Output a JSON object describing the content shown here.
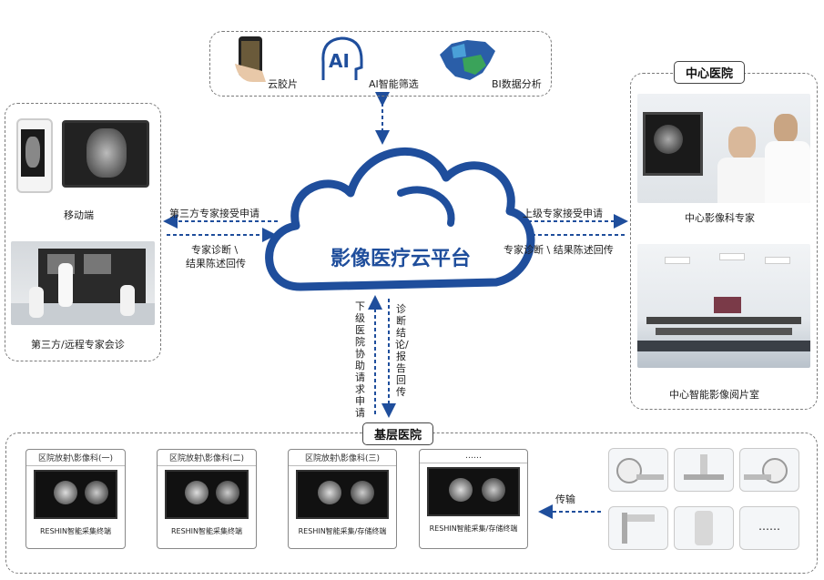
{
  "colors": {
    "accent": "#1f4e9c",
    "arrow": "#1f4e9c",
    "border": "#7a7a7a"
  },
  "cloud": {
    "label": "影像医疗云平台"
  },
  "top": {
    "items": [
      {
        "label": "云胶片",
        "icon": "phone-icon"
      },
      {
        "label": "AI智能筛选",
        "icon": "ai-head-icon"
      },
      {
        "label": "BI数据分析",
        "icon": "china-map-icon"
      }
    ]
  },
  "left": {
    "mobile_label": "移动端",
    "consult_label": "第三方/远程专家会诊",
    "arrow_top_label": "第三方专家接受申请",
    "arrow_bottom_label_1": "专家诊断 \\",
    "arrow_bottom_label_2": "结果陈述回传"
  },
  "right": {
    "title": "中心医院",
    "expert_label": "中心影像科专家",
    "room_label": "中心智能影像阅片室",
    "arrow_top_label": "上级专家接受申请",
    "arrow_bottom_label": "专家诊断 \\ 结果陈述回传"
  },
  "middle": {
    "up_label": "下级医院协助请求申请",
    "down_label": "诊断结论/报告回传"
  },
  "bottom": {
    "title": "基层医院",
    "monitors": [
      {
        "top": "区院放射\\影像科(一)",
        "caption": "RESHIN智能采集终端"
      },
      {
        "top": "区院放射\\影像科(二)",
        "caption": "RESHIN智能采集终端"
      },
      {
        "top": "区院放射\\影像科(三)",
        "caption": "RESHIN智能采集/存储终端"
      },
      {
        "top": "……",
        "caption": "RESHIN智能采集/存储终端"
      }
    ],
    "transfer_label": "传输",
    "more_label": "……"
  }
}
